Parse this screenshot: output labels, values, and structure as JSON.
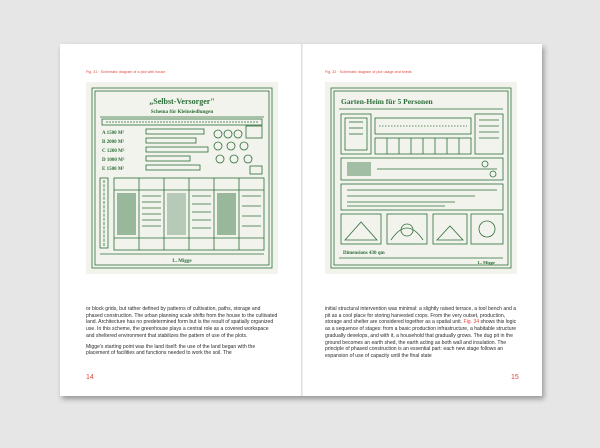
{
  "left_page": {
    "caption": "Fig. 31 · Schematic diagram of a plot with house",
    "figure": {
      "title": "„Selbst-Versorger\"",
      "subtitle": "Schema für Kleinsiedlungen",
      "rows": [
        "A 1500 M²",
        "B 2000 M²",
        "C 1200 M²",
        "D 1000 M²",
        "E 1500 M²"
      ],
      "footer": "L. Migge"
    },
    "paragraphs": [
      "or block grids, but rather defined by patterns of cultivation, paths, storage and phased construction. The urban planning scale shifts from the house to the cultivated land. Architecture has no predetermined form but is the result of spatially organized use. In this scheme, the greenhouse plays a central role as a covered workspace and sheltered environment that stabilizes the pattern of use of the plots.",
      "Migge's starting point was the land itself: the use of the land began with the placement of facilities and functions needed to work the soil. The"
    ],
    "page_number": "14"
  },
  "right_page": {
    "caption": "Fig. 32 · Schematic diagram of plot usage and sheds",
    "figure": {
      "title": "Garten-Heim für 5 Personen",
      "bottom_text": "Dimensions 430 qm",
      "footer": "L. Migge"
    },
    "paragraph_start": "initial structural intervention was minimal: a slightly raised terrace, a tool bench and a pit as a cool place for storing harvested crops. From the very outset, production, storage and shelter are considered together as a spatial unit.",
    "ref_text": "Fig. 34",
    "paragraph_end": " shows this logic as a sequence of stages: from a basic production infrastructure, a habitable structure gradually develops, and with it, a household that gradually grows. The dug pit in the ground becomes an earth shed, the earth acting as both wall and insulation. The principle of phased construction is an essential part: each new stage follows an expansion of use of capacity until the final state",
    "page_number": "15"
  },
  "colors": {
    "background": "#e6e6e6",
    "paper": "#ffffff",
    "accent": "#e0463c",
    "drawing_ink": "#2e6e3a"
  }
}
